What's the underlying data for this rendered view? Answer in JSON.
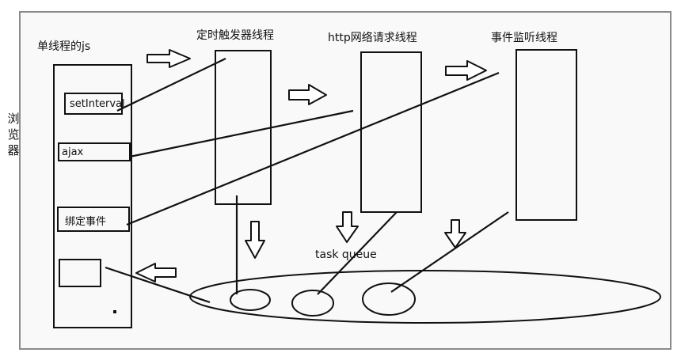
{
  "side_label": "浏览器",
  "js_title": "单线程的js",
  "threads": {
    "timer": "定时触发器线程",
    "http": "http网络请求线程",
    "event": "事件监听线程"
  },
  "js_items": {
    "set_interval": "setInterval",
    "ajax": "ajax",
    "bind_event": "绑定事件"
  },
  "queue_label": "task queue"
}
